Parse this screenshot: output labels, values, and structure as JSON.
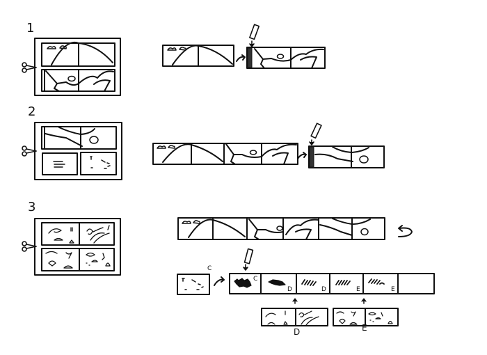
{
  "diagram": {
    "description": "Hand-drawn sketch showing three steps of cutting comic/panel sheets with scissors and joining panel strips with glue",
    "steps": [
      {
        "number": "1",
        "sheet": {
          "rows": 2,
          "cols": 2,
          "content": [
            "clouds+curve",
            "curve",
            "landscape",
            "landscape"
          ]
        },
        "strip_in": {
          "panels": 2
        },
        "strip_out": {
          "panels": 2,
          "glue_tab": true
        }
      },
      {
        "number": "2",
        "sheet": {
          "rows": 2,
          "cols": 2,
          "content": [
            "landscape",
            "pond",
            "text",
            "scatter"
          ]
        },
        "strip_in": {
          "panels": 4
        },
        "strip_out": {
          "panels": 2,
          "glue_tab": true
        }
      },
      {
        "number": "3",
        "sheet": {
          "rows": 2,
          "cols": 2,
          "content": [
            "fish+animals",
            "octopus+tentacles",
            "fish+shapes",
            "fish+dots"
          ]
        },
        "long_strip": {
          "panels": 6
        },
        "single_panel_label": "C",
        "hatched_strip_labels": [
          "C",
          "D",
          "D",
          "E",
          "E",
          ""
        ],
        "sub_strips": [
          {
            "label": "D"
          },
          {
            "label": "E"
          }
        ]
      }
    ],
    "icons": [
      "scissors-icon",
      "glue-stick-icon",
      "curved-arrow-icon",
      "undo-arrow-icon"
    ]
  }
}
